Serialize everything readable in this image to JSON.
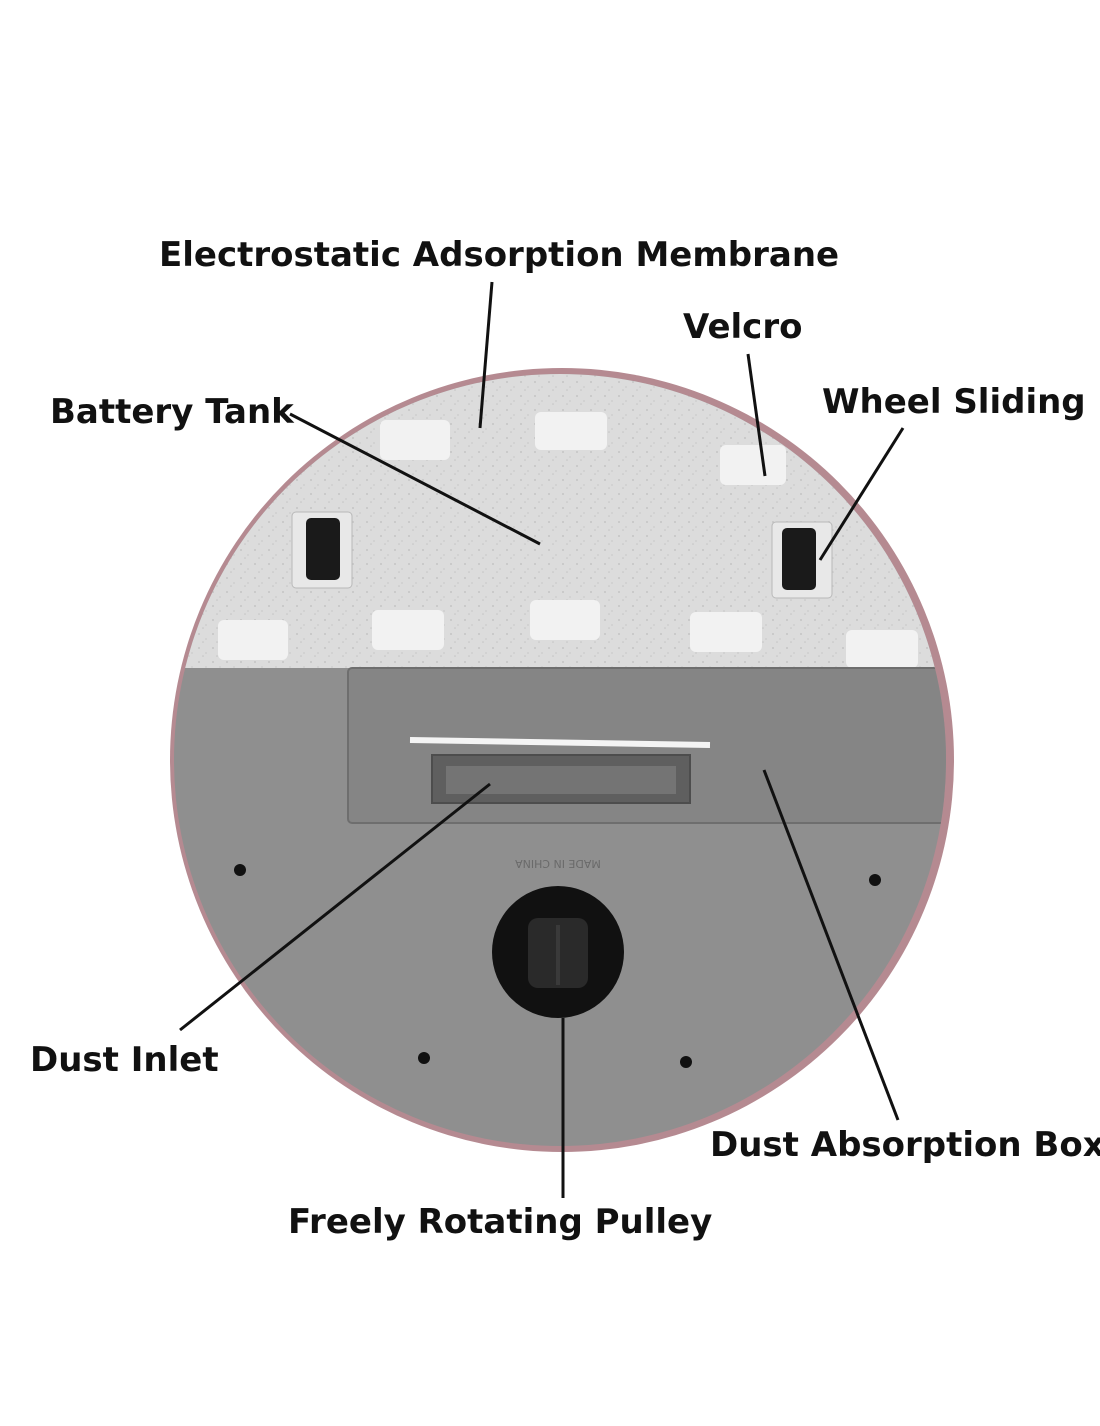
{
  "diagram": {
    "labels": {
      "electrostatic_membrane": "Electrostatic Adsorption Membrane",
      "velcro": "Velcro",
      "battery_tank": "Battery Tank",
      "wheel_sliding": "Wheel Sliding",
      "dust_inlet": "Dust Inlet",
      "dust_absorption_box": "Dust Absorption Box",
      "freely_rotating_pulley": "Freely Rotating Pulley"
    },
    "device_marking": "MADE IN CHINA",
    "colors": {
      "rim": "#b58a91",
      "membrane": "#dcdcdc",
      "pad": "#f2f2f2",
      "body": "#8f8f8f",
      "box": "#858585",
      "leader_line": "#111111",
      "wheel": "#1a1a1a"
    }
  }
}
